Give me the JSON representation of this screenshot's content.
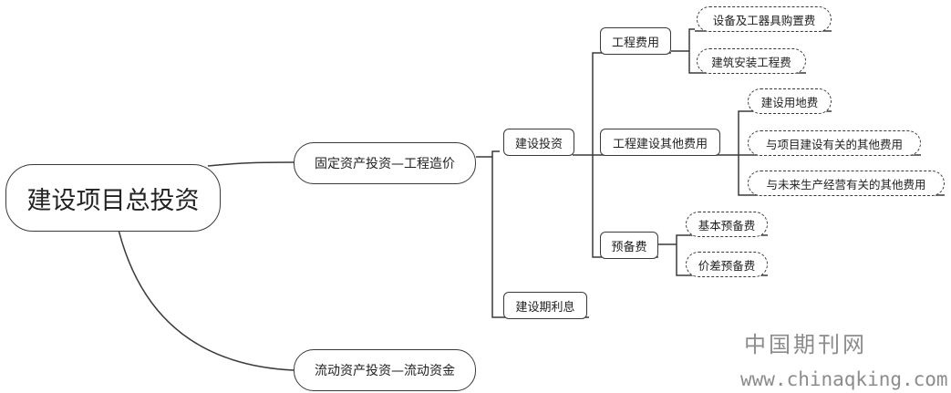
{
  "root": {
    "label": "建设项目总投资"
  },
  "fixed_assets": {
    "label": "固定资产投资—工程造价",
    "construction_investment": {
      "label": "建设投资",
      "engineering_costs": {
        "label": "工程费用",
        "items": [
          "设备及工器具购置费",
          "建筑安装工程费"
        ]
      },
      "other_costs": {
        "label": "工程建设其他费用",
        "items": [
          "建设用地费",
          "与项目建设有关的其他费用",
          "与未来生产经营有关的其他费用"
        ]
      },
      "reserve": {
        "label": "预备费",
        "items": [
          "基本预备费",
          "价差预备费"
        ]
      }
    },
    "interest": {
      "label": "建设期利息"
    }
  },
  "working_capital": {
    "label": "流动资产投资—流动资金"
  },
  "watermark": {
    "cn": "中国期刊网",
    "url": "www.chinaqking.com"
  }
}
